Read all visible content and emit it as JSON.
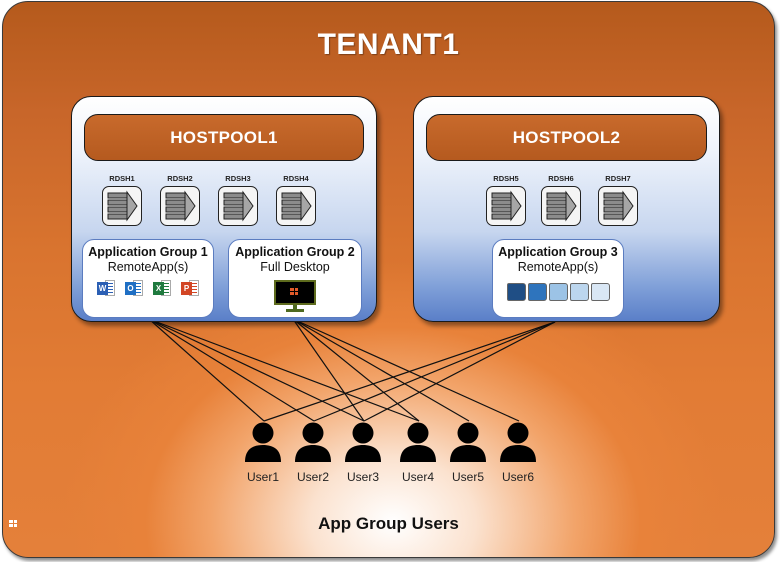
{
  "tenant": {
    "title": "TENANT1"
  },
  "hostpools": [
    {
      "title": "HOSTPOOL1",
      "servers": [
        "RDSH1",
        "RDSH2",
        "RDSH3",
        "RDSH4"
      ],
      "app_groups": [
        {
          "title": "Application Group 1",
          "subtitle": "RemoteApp(s)",
          "icons": [
            {
              "name": "word-icon",
              "letter": "W",
              "color": "#2b5fb4"
            },
            {
              "name": "outlook-icon",
              "letter": "O",
              "color": "#1f6fc4"
            },
            {
              "name": "excel-icon",
              "letter": "X",
              "color": "#1f7a3e"
            },
            {
              "name": "powerpoint-icon",
              "letter": "P",
              "color": "#d24625"
            }
          ]
        },
        {
          "title": "Application Group 2",
          "subtitle": "Full Desktop",
          "icons": [
            {
              "name": "desktop-monitor-icon"
            }
          ]
        }
      ]
    },
    {
      "title": "HOSTPOOL2",
      "servers": [
        "RDSH5",
        "RDSH6",
        "RDSH7"
      ],
      "app_groups": [
        {
          "title": "Application Group 3",
          "subtitle": "RemoteApp(s)",
          "icons": [
            {
              "name": "app-stack-icon",
              "color": "#1f4e85"
            },
            {
              "name": "app-stack-icon",
              "color": "#2e74bd"
            },
            {
              "name": "app-stack-icon",
              "color": "#9cc3e6"
            },
            {
              "name": "app-stack-icon",
              "color": "#bcd6ee"
            },
            {
              "name": "app-stack-icon",
              "color": "#d9e7f5"
            }
          ]
        }
      ]
    }
  ],
  "users": [
    "User1",
    "User2",
    "User3",
    "User4",
    "User5",
    "User6"
  ],
  "assignments": {
    "Application Group 1": [
      "User1",
      "User2",
      "User3",
      "User4"
    ],
    "Application Group 2": [
      "User3",
      "User4",
      "User5",
      "User6"
    ],
    "Application Group 3": [
      "User1",
      "User2",
      "User3"
    ]
  },
  "footer": {
    "title": "App Group Users"
  },
  "colors": {
    "tenant_orange": "#d9742f",
    "hostpool_header": "#b55a1f",
    "hostpool_blue": "#5a7fc8",
    "appgroup_border": "#5b7cc0"
  }
}
